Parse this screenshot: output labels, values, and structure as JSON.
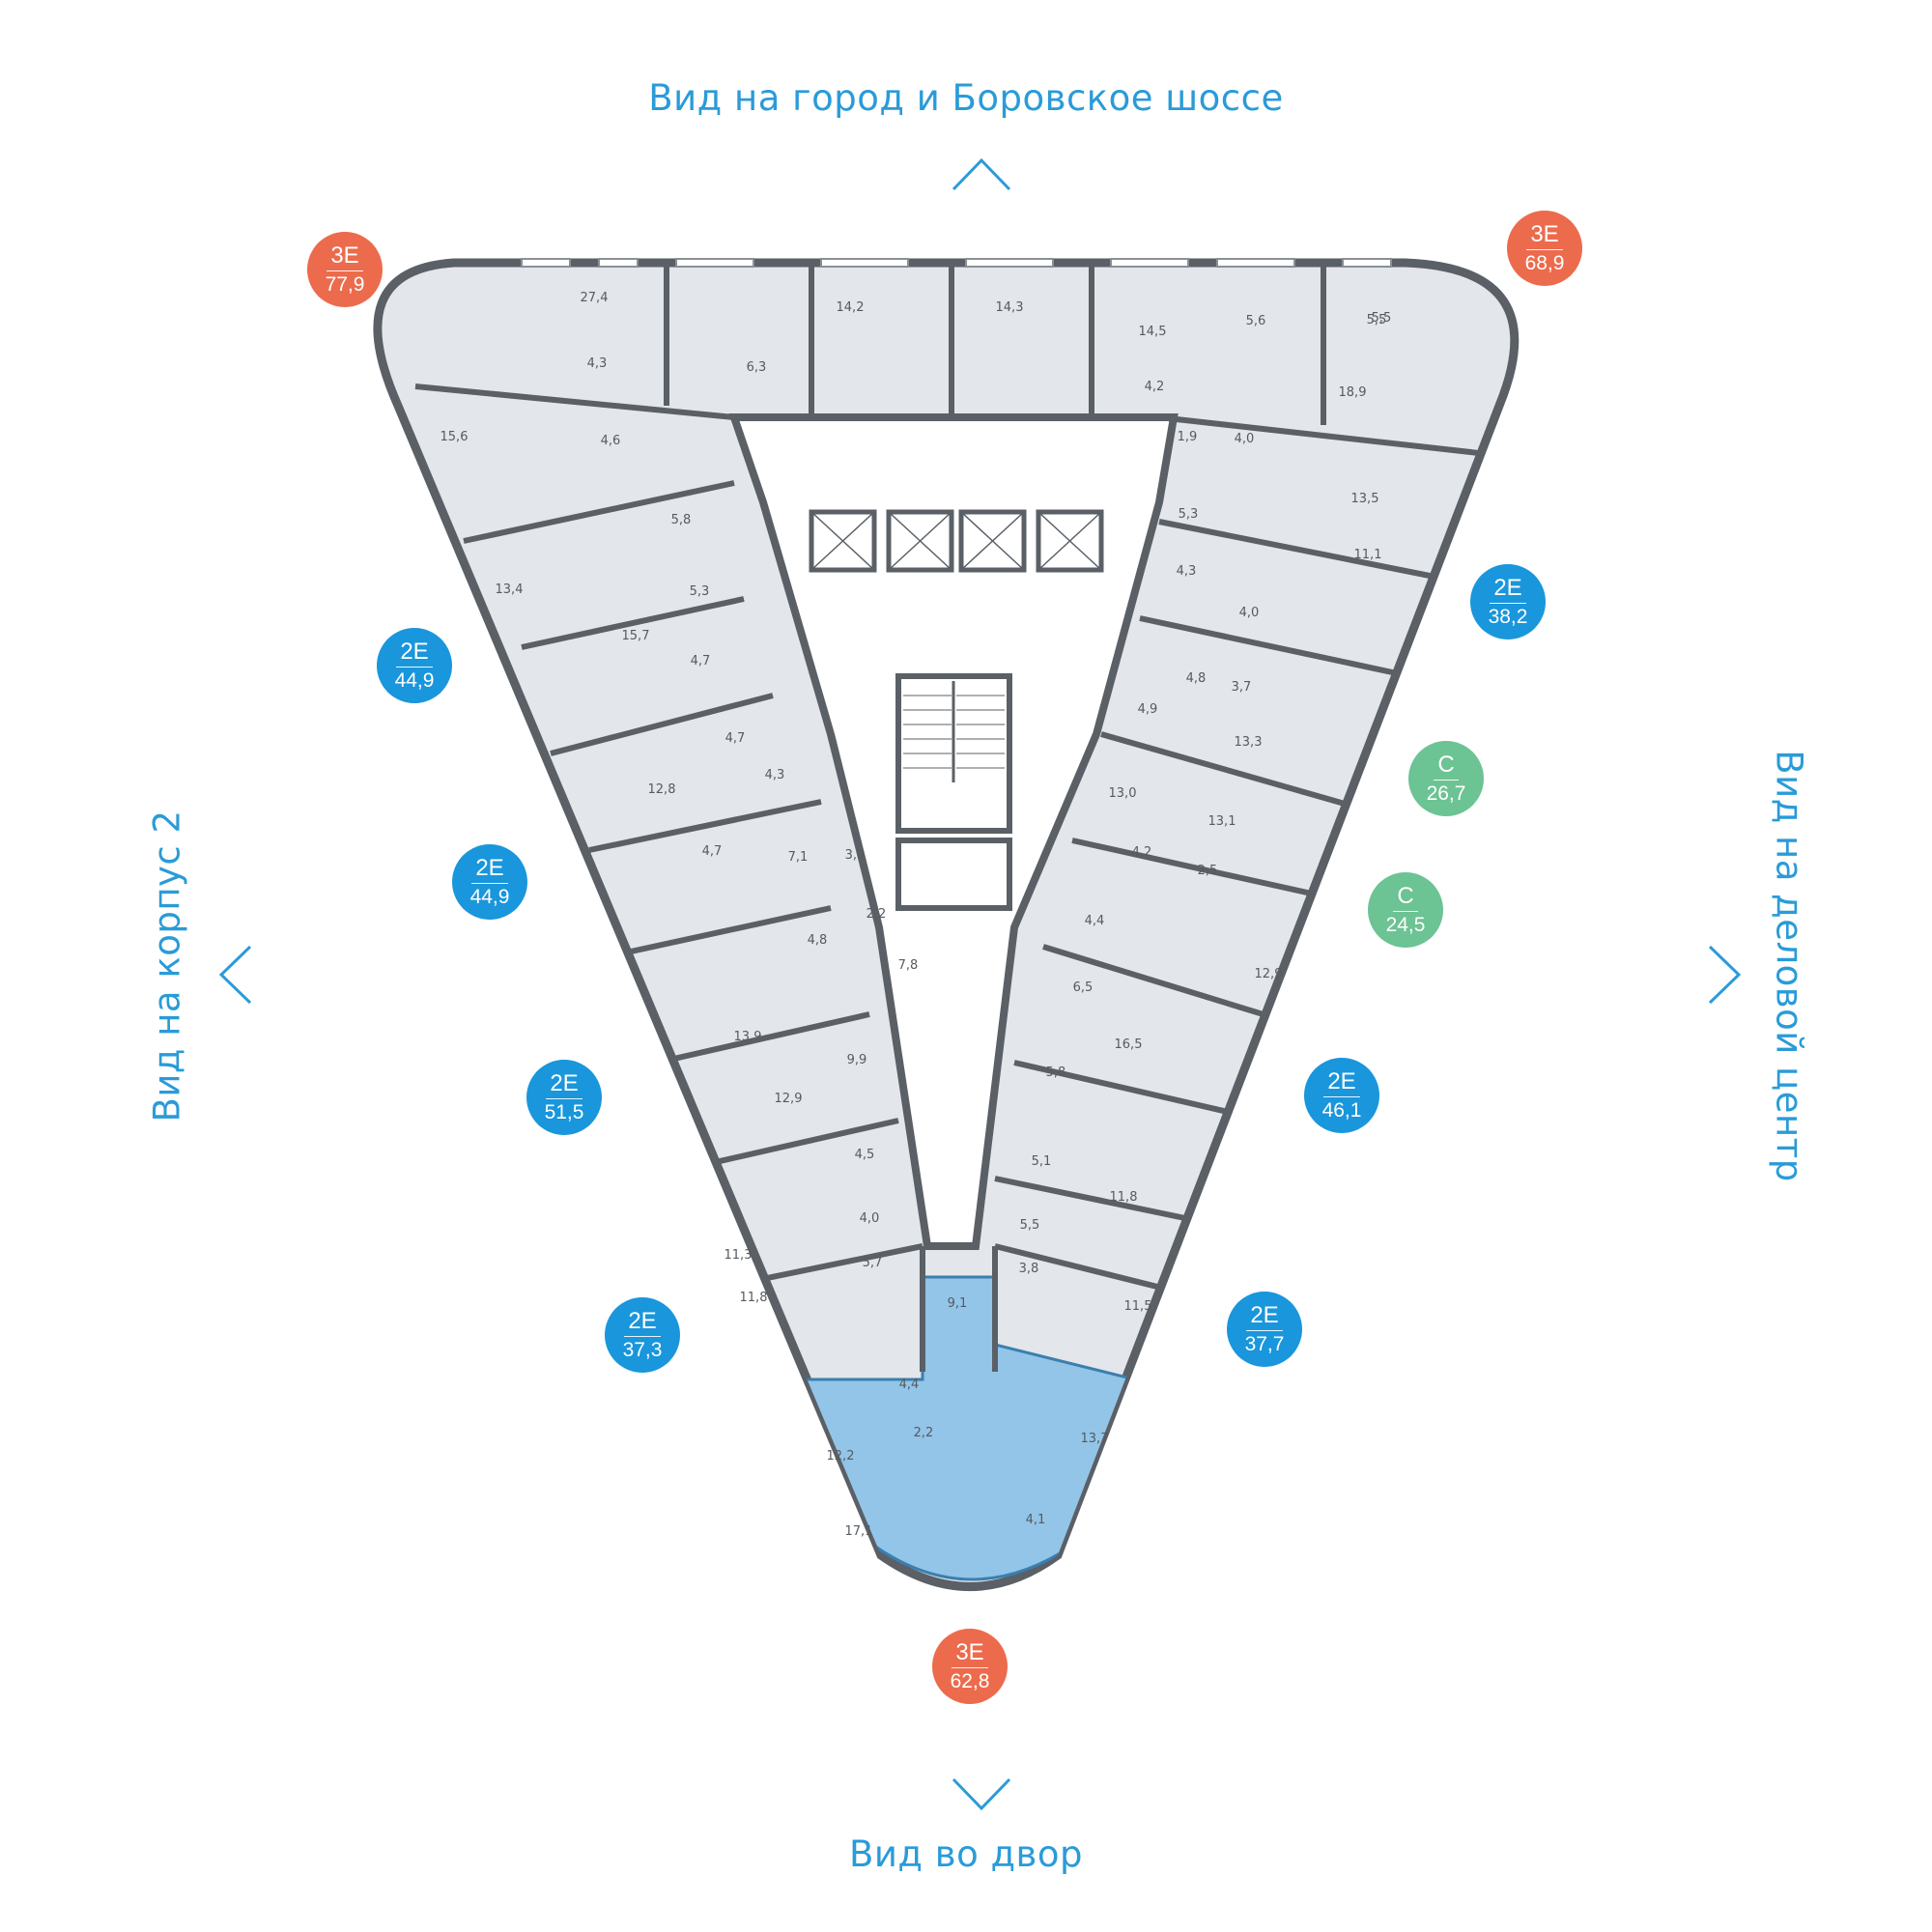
{
  "views": {
    "top": "Вид на город и Боровское шоссе",
    "bottom": "Вид во двор",
    "left": "Вид на корпус 2",
    "right": "Вид на деловой центр"
  },
  "colors": {
    "three_room": "#ec6b4d",
    "two_room": "#1996dc",
    "studio": "#6cc393",
    "selected_fill": "#93c5e8",
    "floor_fill": "#e3e6ea",
    "walls": "#5a6066",
    "text_blue": "#2a9bd8"
  },
  "apartments": [
    {
      "type": "3Е",
      "area": "77,9"
    },
    {
      "type": "3Е",
      "area": "68,9"
    },
    {
      "type": "2Е",
      "area": "38,2"
    },
    {
      "type": "2Е",
      "area": "44,9"
    },
    {
      "type": "С",
      "area": "26,7"
    },
    {
      "type": "2Е",
      "area": "44,9"
    },
    {
      "type": "С",
      "area": "24,5"
    },
    {
      "type": "2Е",
      "area": "51,5"
    },
    {
      "type": "2Е",
      "area": "46,1"
    },
    {
      "type": "2Е",
      "area": "37,3"
    },
    {
      "type": "2Е",
      "area": "37,7"
    },
    {
      "type": "3Е",
      "area": "62,8"
    }
  ],
  "room_areas": [
    "27,4",
    "14,2",
    "14,3",
    "14,5",
    "5,6",
    "5,5",
    "4,3",
    "6,3",
    "4,2",
    "18,9",
    "5,5",
    "15,6",
    "4,6",
    "1,9",
    "4,0",
    "5,8",
    "5,3",
    "13,5",
    "13,4",
    "4,3",
    "11,1",
    "5,3",
    "15,7",
    "4,0",
    "4,7",
    "4,8",
    "3,7",
    "4,7",
    "12,8",
    "4,3",
    "4,9",
    "13,3",
    "4,7",
    "13,0",
    "7,1",
    "3,0",
    "13,1",
    "4,2",
    "2,5",
    "2,2",
    "4,8",
    "4,4",
    "12,9",
    "7,8",
    "13,9",
    "6,5",
    "9,9",
    "16,5",
    "12,9",
    "5,8",
    "4,5",
    "5,1",
    "4,0",
    "11,8",
    "11,3",
    "5,5",
    "5,7",
    "3,8",
    "11,8",
    "9,1",
    "11,5",
    "4,4",
    "2,2",
    "12,2",
    "13,7",
    "4,1",
    "17,1"
  ]
}
